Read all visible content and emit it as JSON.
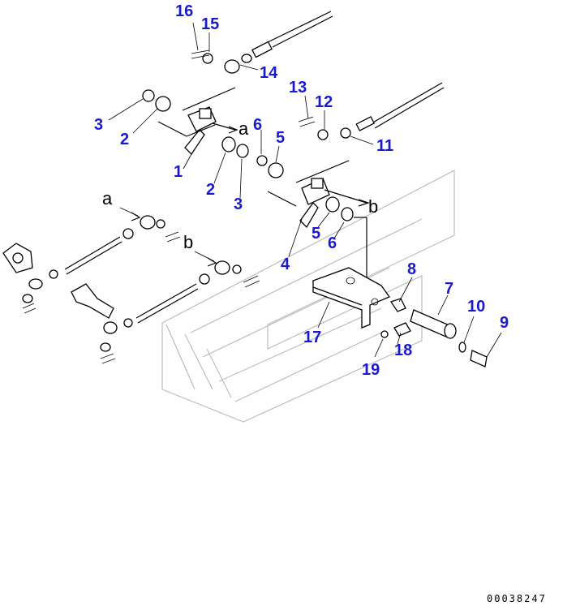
{
  "callouts": [
    {
      "id": "c16",
      "label": "16"
    },
    {
      "id": "c15",
      "label": "15"
    },
    {
      "id": "c14",
      "label": "14"
    },
    {
      "id": "c13",
      "label": "13"
    },
    {
      "id": "c12",
      "label": "12"
    },
    {
      "id": "c11",
      "label": "11"
    },
    {
      "id": "c3a",
      "label": "3"
    },
    {
      "id": "c2a",
      "label": "2"
    },
    {
      "id": "c1",
      "label": "1"
    },
    {
      "id": "c2b",
      "label": "2"
    },
    {
      "id": "c3b",
      "label": "3"
    },
    {
      "id": "c6a",
      "label": "6"
    },
    {
      "id": "c5a",
      "label": "5"
    },
    {
      "id": "c5b",
      "label": "5"
    },
    {
      "id": "c6b",
      "label": "6"
    },
    {
      "id": "c4",
      "label": "4"
    },
    {
      "id": "c8",
      "label": "8"
    },
    {
      "id": "c7",
      "label": "7"
    },
    {
      "id": "c10",
      "label": "10"
    },
    {
      "id": "c9",
      "label": "9"
    },
    {
      "id": "c17",
      "label": "17"
    },
    {
      "id": "c18",
      "label": "18"
    },
    {
      "id": "c19",
      "label": "19"
    }
  ],
  "refs": {
    "a": "a",
    "b": "b"
  },
  "drawing_code": "00038247",
  "colors": {
    "callout": "#1a1acc",
    "line": "#000000",
    "watermark": "#bdbdbd"
  }
}
